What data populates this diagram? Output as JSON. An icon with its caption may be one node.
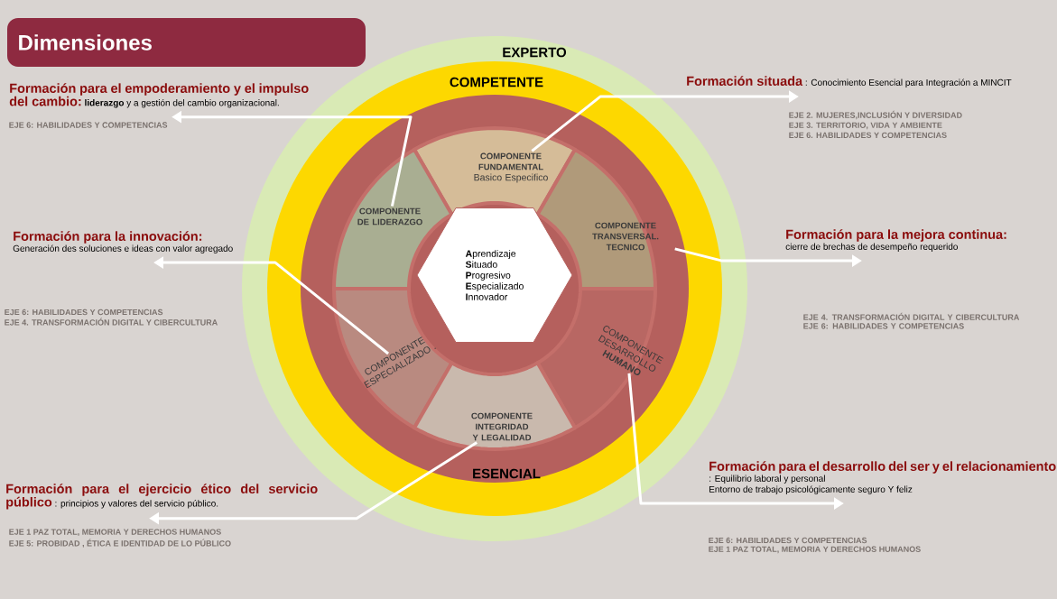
{
  "diagram": {
    "title": "Dimensiones",
    "nodes": [
      {
        "text": [
          "EXPERTO"
        ]
      },
      {
        "text": [
          "COMPETENTE"
        ],
        "in": 0
      },
      {
        "text": [
          "ESENCIAL"
        ],
        "in": 1
      },
      {
        "text": [
          "COMPONENTE FUNDAMENTAL",
          "Basico Especifico"
        ],
        "in": 2
      },
      {
        "text": [
          "COMPONENTE DE LIDERAZGO"
        ],
        "in": 2
      },
      {
        "text": [
          "COMPONENTE TRANSVERSAL. TECNICO"
        ],
        "in": 2
      },
      {
        "text": [
          "COMPONENTE ESPECIALIZADO ."
        ],
        "in": 2
      },
      {
        "text": [
          "COMPONENTE DESARROLLO **HUMANO**"
        ],
        "in": 2
      },
      {
        "text": [
          "COMPONENTE INTEGRIDAD Y LEGALIDAD"
        ],
        "in": 2
      },
      {
        "text": [
          "**A**prendizaje",
          "**S**ituado",
          "**P**rogresivo",
          "**E**specializado",
          "**I**nnovador"
        ],
        "in": 2
      },
      {
        "text": [
          "Formación para el empoderamiento y el impulso del cambio:",
          "**liderazgo** y a gestión del cambio organizacional."
        ],
        "beside": [
          "EJE 6: HABILIDADES Y COMPETENCIAS"
        ]
      },
      {
        "text": [
          "Formación situada",
          ": Conocimiento Esencial para Integración a MINCIT"
        ],
        "beside": [
          "EJE 2. MUJERES,INCLUSIÓN Y DIVERSIDAD",
          "EJE 3. TERRITORIO, VIDA Y AMBIENTE",
          "EJE 6. HABILIDADES Y COMPETENCIAS"
        ]
      },
      {
        "text": [
          "Formación para la innovación:",
          "Generación des soluciones e ideas con valor agregado"
        ],
        "beside": [
          "EJE 6: HABILIDADES Y COMPETENCIAS",
          "EJE 4. TRANSFORMACIÓN DIGITAL Y CIBERCULTURA"
        ]
      },
      {
        "text": [
          "Formación para la mejora continua:",
          "cierre de brechas de desempeño requerido"
        ],
        "beside": [
          "EJE 4. TRANSFORMACIÓN DIGITAL Y CIBERCULTURA",
          "EJE 6: HABILIDADES Y COMPETENCIAS"
        ]
      },
      {
        "text": [
          "Formación para el ejercicio ético del servicio público",
          ": principios y valores del servicio público."
        ],
        "beside": [
          "EJE 1 PAZ TOTAL, MEMORIA Y DERECHOS HUMANOS",
          "EJE 5: PROBIDAD , ÉTICA E IDENTIDAD DE LO PÚBLICO"
        ]
      },
      {
        "text": [
          "Formación para el desarrollo del ser y el relacionamiento",
          ": Equilibrio laboral y personal",
          "Entorno de trabajo psicológicamente seguro Y feliz"
        ],
        "beside": [
          "EJE 6: HABILIDADES Y COMPETENCIAS",
          "EJE 1 PAZ TOTAL, MEMORIA Y DERECHOS HUMANOS"
        ]
      }
    ],
    "edges": [
      {
        "from": 4,
        "to": 10,
        "arrow": "to"
      },
      {
        "from": 3,
        "to": 11,
        "arrow": "to"
      },
      {
        "from": 6,
        "to": 12,
        "arrow": "to"
      },
      {
        "from": 5,
        "to": 13,
        "arrow": "to"
      },
      {
        "from": 8,
        "to": 14,
        "arrow": "to"
      },
      {
        "from": 7,
        "to": 15,
        "arrow": "to"
      }
    ]
  }
}
